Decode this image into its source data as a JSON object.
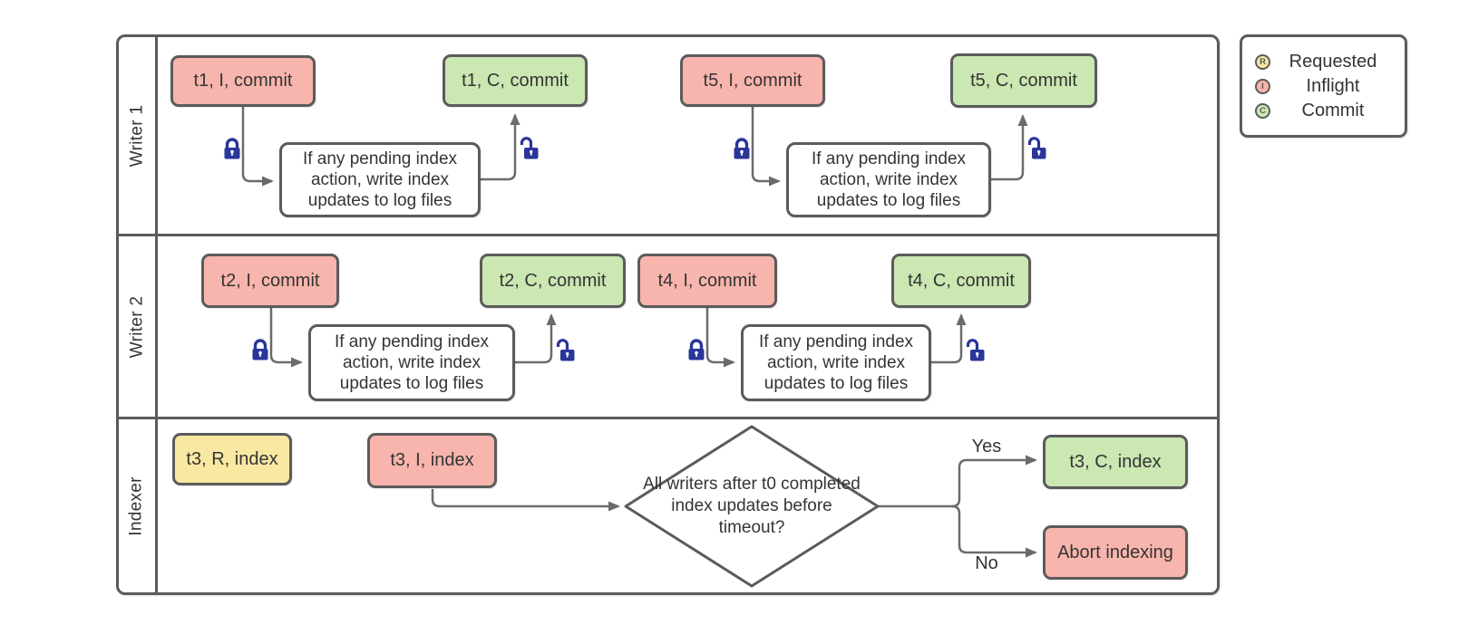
{
  "lanes": {
    "writer1": "Writer 1",
    "writer2": "Writer 2",
    "indexer": "Indexer"
  },
  "nodes": {
    "t1_inflight": "t1, I, commit",
    "t1_commit": "t1, C, commit",
    "t5_inflight": "t5, I, commit",
    "t5_commit": "t5, C, commit",
    "t2_inflight": "t2, I, commit",
    "t2_commit": "t2, C, commit",
    "t4_inflight": "t4, I, commit",
    "t4_commit": "t4, C, commit",
    "t3_requested": "t3, R, index",
    "t3_inflight": "t3, I, index",
    "t3_commit": "t3, C, index",
    "abort": "Abort indexing",
    "process": "If any pending index action, write index updates to log files",
    "decision": "All writers after t0 completed index updates before timeout?"
  },
  "edge_labels": {
    "yes": "Yes",
    "no": "No"
  },
  "legend": {
    "items": [
      {
        "letter": "R",
        "label": "Requested"
      },
      {
        "letter": "I",
        "label": "Inflight"
      },
      {
        "letter": "C",
        "label": "Commit"
      }
    ]
  },
  "colors": {
    "requested": "#f8e8a2",
    "inflight": "#f8b5ad",
    "commit": "#cbe7b2",
    "border": "#5b5b5b",
    "connector": "#6b6b6b",
    "lock": "#2a3699",
    "text": "#343434"
  }
}
